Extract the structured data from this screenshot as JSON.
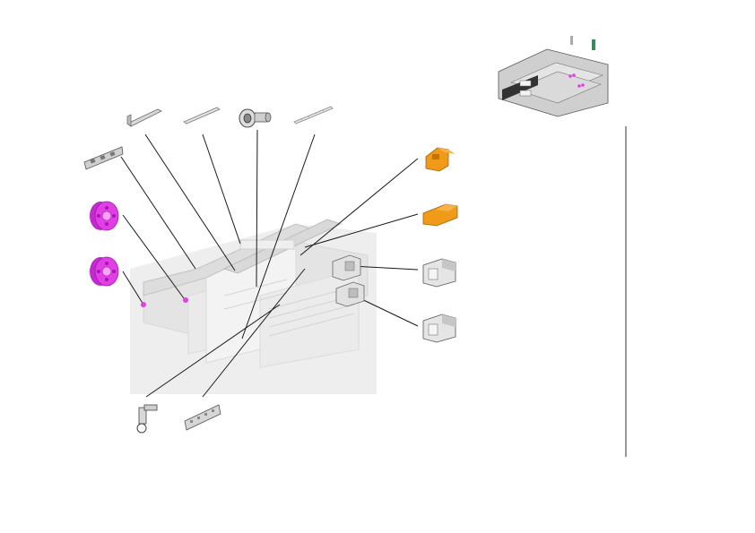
{
  "diagram": {
    "kind": "exploded-parts-view",
    "text_labels": [],
    "colors": {
      "leader_line": "#1a1a1a",
      "ghost_assembly": "#e6e6e6",
      "ghost_edge": "#cfcfcf",
      "metal_part": "#d9d9d9",
      "metal_edge": "#6b6b6b",
      "wheel_part": "#e23ee6",
      "latch_part": "#f09a1a",
      "vertical_divider": "#333333"
    },
    "parts": [
      {
        "name": "rail-bracket-long",
        "color": "metal_part"
      },
      {
        "name": "rail-strip-thin",
        "color": "metal_part"
      },
      {
        "name": "thumbscrew",
        "color": "metal_part"
      },
      {
        "name": "rail-strip-perforated",
        "color": "metal_part"
      },
      {
        "name": "end-plate-slotted",
        "color": "metal_part"
      },
      {
        "name": "wheel-upper",
        "color": "wheel_part"
      },
      {
        "name": "wheel-lower",
        "color": "wheel_part"
      },
      {
        "name": "latch-upper",
        "color": "latch_part"
      },
      {
        "name": "latch-lower",
        "color": "latch_part"
      },
      {
        "name": "connector-bracket-upper",
        "color": "metal_part"
      },
      {
        "name": "connector-bracket-lower",
        "color": "metal_part"
      },
      {
        "name": "cable-clip",
        "color": "metal_part"
      },
      {
        "name": "rail-base-perforated",
        "color": "metal_part"
      }
    ]
  }
}
